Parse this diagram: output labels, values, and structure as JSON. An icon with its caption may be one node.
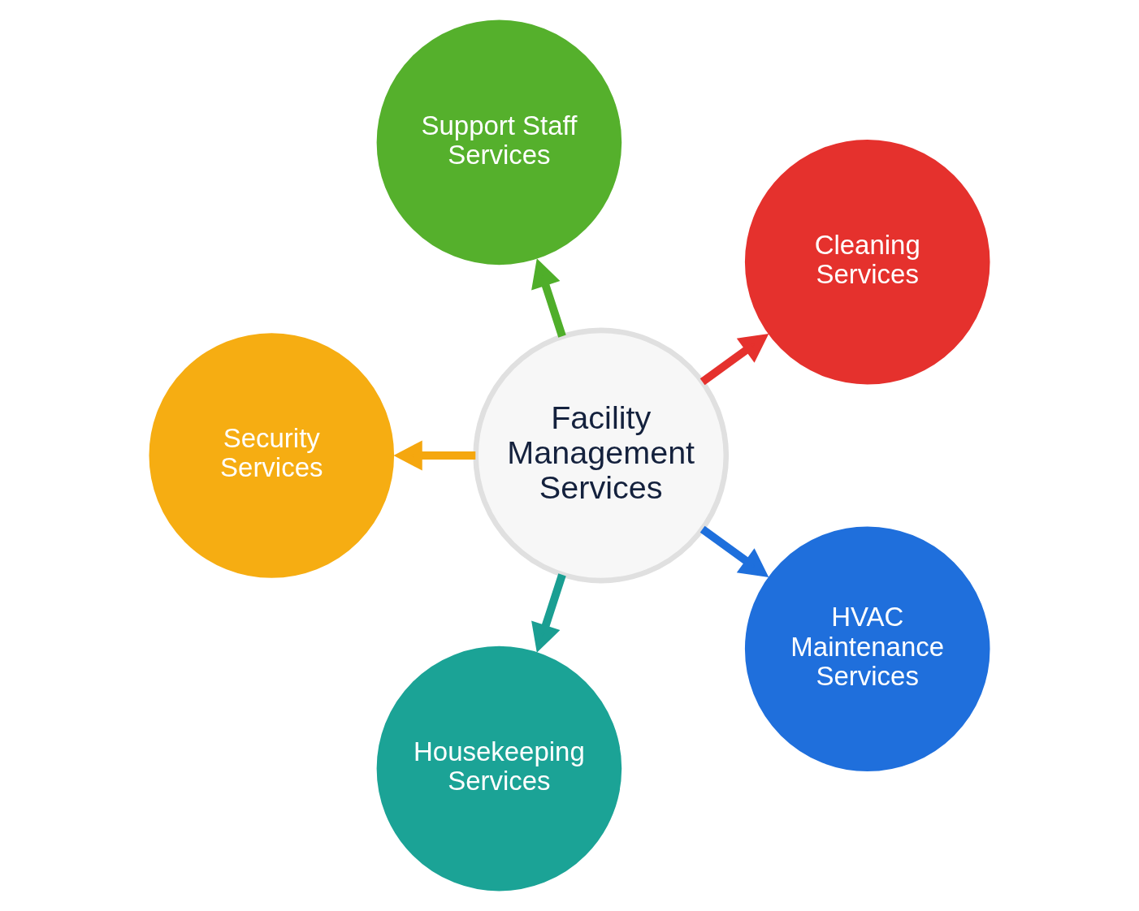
{
  "diagram": {
    "nodes": [
      {
        "text": [
          "Cleaning Services"
        ]
      },
      {
        "text": [
          "Support Staff Services"
        ]
      },
      {
        "text": [
          "Facility Management Services"
        ]
      },
      {
        "text": [
          "Security Services"
        ]
      },
      {
        "text": [
          "Housekeeping Services"
        ]
      },
      {
        "text": [
          "HVAC Maintenance Services"
        ]
      }
    ],
    "edges": [
      {
        "from": 2,
        "to": 0,
        "arrow": "to",
        "color": "#e5312d"
      },
      {
        "from": 2,
        "to": 3,
        "arrow": "to",
        "color": "#f5a70f"
      },
      {
        "from": 2,
        "to": 5,
        "arrow": "to",
        "color": "#1e6fdc"
      },
      {
        "from": 2,
        "to": 4,
        "arrow": "to",
        "color": "#1a9e92"
      },
      {
        "from": 2,
        "to": 1,
        "arrow": "to",
        "color": "#4fae2a"
      }
    ]
  }
}
